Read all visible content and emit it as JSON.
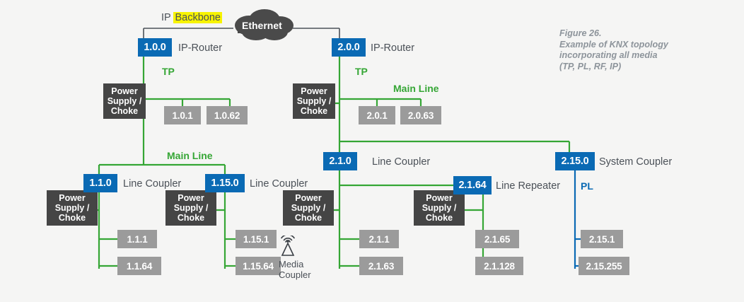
{
  "figure": {
    "caption_line1": "Figure 26.",
    "caption_line2": "Example of KNX topology",
    "caption_line3": "incorporating all media",
    "caption_line4": "(TP, PL, RF, IP)"
  },
  "colors": {
    "background": "#f5f5f4",
    "badge_blue": "#0a6ab4",
    "device_gray": "#9b9b9b",
    "psu_dark": "#454545",
    "tp_green": "#35a635",
    "pl_blue": "#0a6ab4",
    "ip_line": "#4b5158",
    "cloud": "#4a4a4a",
    "highlight_yellow": "#f7f300",
    "text_dark": "#4b5158",
    "caption_gray": "#8d949b"
  },
  "backbone": {
    "label_prefix": "IP ",
    "label_highlight": "Backbone",
    "cloud_label": "Ethernet"
  },
  "routers": [
    {
      "address": "1.0.0",
      "role": "IP-Router",
      "medium": "TP"
    },
    {
      "address": "2.0.0",
      "role": "IP-Router",
      "medium": "TP"
    }
  ],
  "main_line_labels": [
    {
      "text": "Main Line"
    },
    {
      "text": "Main Line"
    }
  ],
  "power_supplies": [
    {
      "line1": "Power",
      "line2": "Supply /",
      "line3": "Choke"
    },
    {
      "line1": "Power",
      "line2": "Supply /",
      "line3": "Choke"
    },
    {
      "line1": "Power",
      "line2": "Supply /",
      "line3": "Choke"
    },
    {
      "line1": "Power",
      "line2": "Supply /",
      "line3": "Choke"
    },
    {
      "line1": "Power",
      "line2": "Supply /",
      "line3": "Choke"
    },
    {
      "line1": "Power",
      "line2": "Supply /",
      "line3": "Choke"
    }
  ],
  "couplers": [
    {
      "address": "1.1.0",
      "role": "Line Coupler"
    },
    {
      "address": "1.15.0",
      "role": "Line Coupler"
    },
    {
      "address": "2.1.0",
      "role": "Line Coupler"
    },
    {
      "address": "2.1.64",
      "role": "Line Repeater"
    },
    {
      "address": "2.15.0",
      "role": "System Coupler",
      "medium": "PL"
    }
  ],
  "devices": [
    {
      "address": "1.0.1"
    },
    {
      "address": "1.0.62"
    },
    {
      "address": "2.0.1"
    },
    {
      "address": "2.0.63"
    },
    {
      "address": "1.1.1"
    },
    {
      "address": "1.1.64"
    },
    {
      "address": "1.15.1"
    },
    {
      "address": "1.15.64"
    },
    {
      "address": "2.1.1"
    },
    {
      "address": "2.1.63"
    },
    {
      "address": "2.1.65"
    },
    {
      "address": "2.1.128"
    },
    {
      "address": "2.15.1"
    },
    {
      "address": "2.15.255"
    }
  ],
  "media_coupler": {
    "line1": "Media",
    "line2": "Coupler",
    "icon": "rf-antenna-icon"
  }
}
